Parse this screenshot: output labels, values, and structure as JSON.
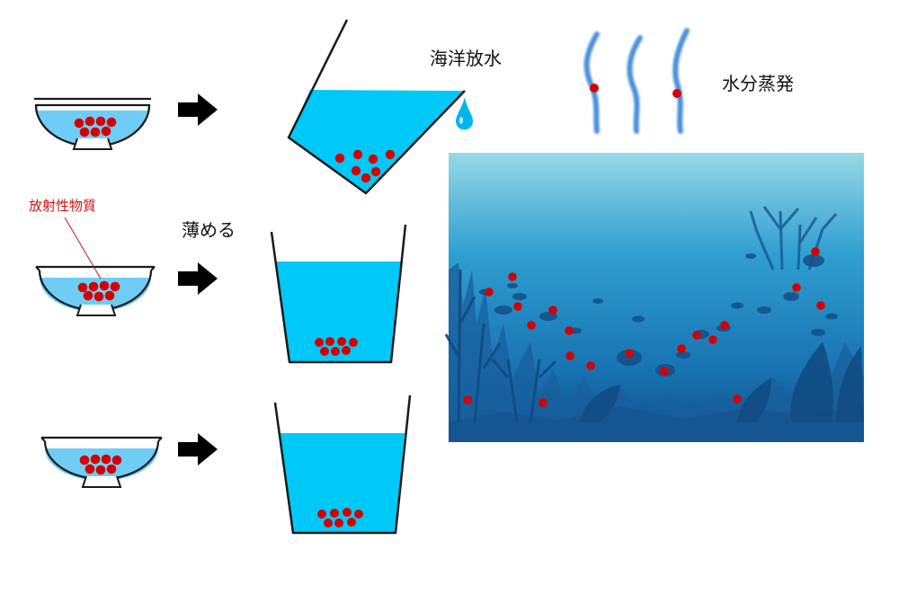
{
  "labels": {
    "radioactive": "放射性物質",
    "dilute": "薄める",
    "ocean_release": "海洋放水",
    "evaporation": "水分蒸発"
  },
  "colors": {
    "water": "#00c8f7",
    "bowl_water": "#6fcdf5",
    "particle": "#d40000",
    "outline": "#1a1a1a",
    "steam": "#5e9ee0",
    "ocean_top": "#8fd3e2",
    "ocean_bottom": "#0d4f86"
  },
  "icons": {
    "arrow": "right-arrow-icon",
    "droplet": "water-drop-icon",
    "steam": "steam-wave-icon",
    "bowl": "bowl-icon",
    "cup": "cup-icon"
  }
}
